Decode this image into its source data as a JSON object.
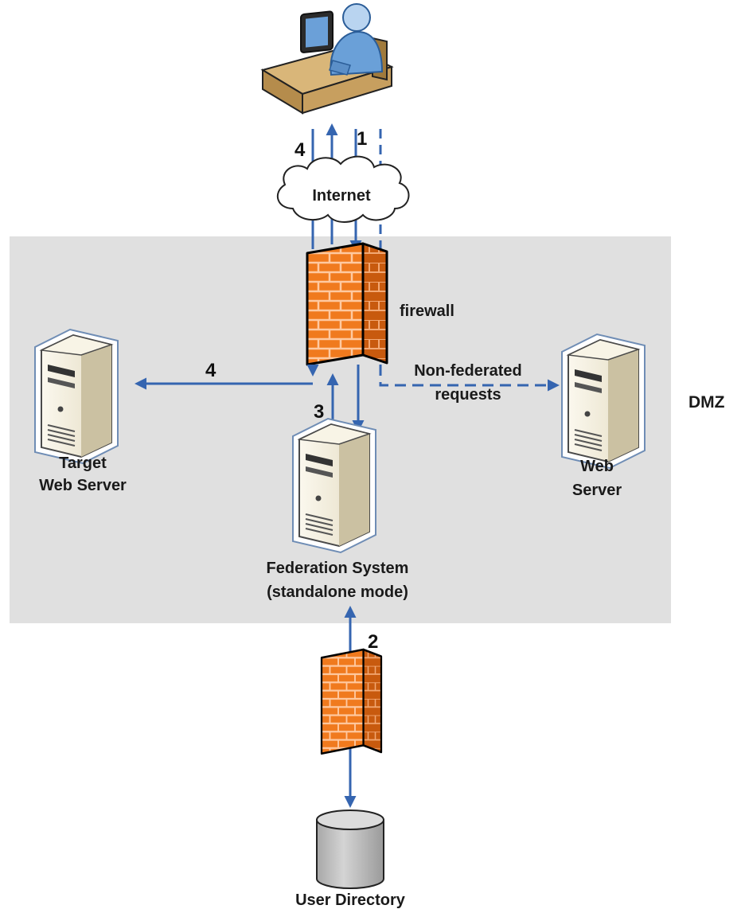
{
  "labels": {
    "internet": "Internet",
    "firewall": "firewall",
    "dmz": "DMZ",
    "non_federated_line1": "Non-federated",
    "non_federated_line2": "requests",
    "target_line1": "Target",
    "target_line2": "Web Server",
    "web_server_line1": "Web",
    "web_server_line2": "Server",
    "federation_line1": "Federation System",
    "federation_line2": "(standalone mode)",
    "user_directory": "User Directory"
  },
  "steps": {
    "step_1": "1",
    "step_2": "2",
    "step_3": "3",
    "step_4_top": "4",
    "step_4_mid": "4"
  },
  "colors": {
    "dmz_zone": "#e0e0e0",
    "arrow": "#3565b0",
    "firewall_brick": "#f07a1e",
    "firewall_mortar": "#ffc9a0",
    "server_body": "#f2ecd8",
    "database": "#c8c8c8"
  },
  "icons": {
    "user": "user-at-computer-icon",
    "cloud": "cloud-icon",
    "firewall": "firewall-icon",
    "server": "server-icon",
    "database": "database-icon"
  }
}
